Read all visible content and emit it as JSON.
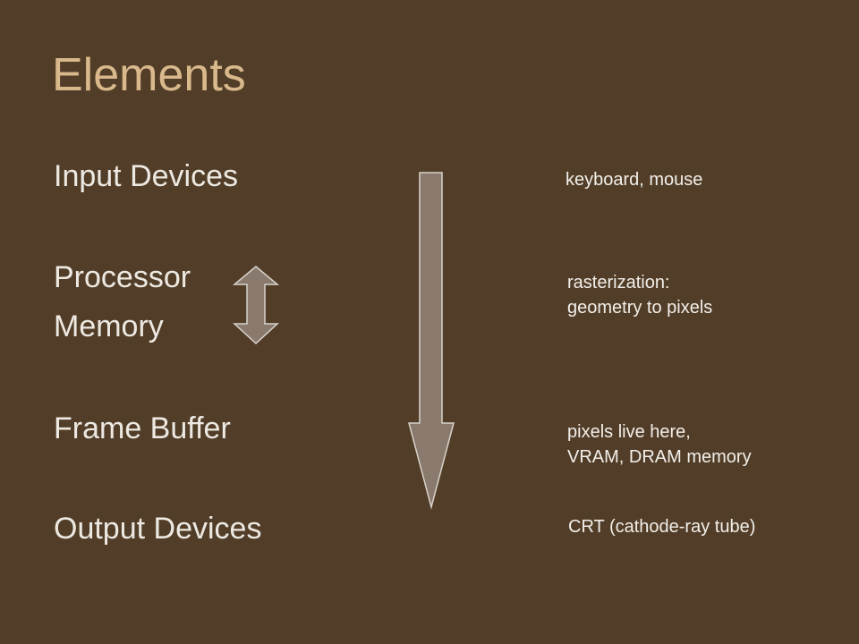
{
  "slide": {
    "title": "Elements",
    "items": [
      "Input Devices",
      "Processor",
      "Memory",
      "Frame Buffer",
      "Output Devices"
    ],
    "notes": [
      [
        "keyboard, mouse"
      ],
      [
        "rasterization:",
        "geometry to pixels"
      ],
      [
        "pixels live here,",
        "VRAM, DRAM memory"
      ],
      [
        "CRT (cathode-ray tube)"
      ]
    ]
  },
  "colors": {
    "background": "#523e28",
    "title": "#d9b98c",
    "text": "#ede9e2",
    "arrow_fill": "#8a7a6e",
    "arrow_stroke": "#d8d2ca"
  }
}
